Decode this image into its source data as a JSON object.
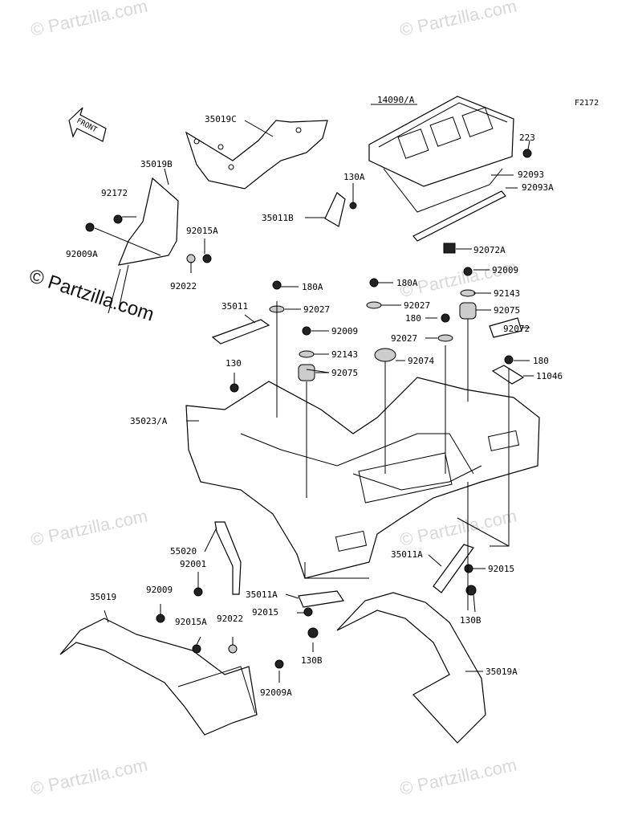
{
  "figure_code": "F2172",
  "front_indicator": "FRONT",
  "watermark": {
    "brand": "© Partzilla.com",
    "tile": "© Partzilla.com"
  },
  "colors": {
    "line": "#000000",
    "background": "#ffffff",
    "watermark": "#d8d8d8"
  },
  "callouts": [
    {
      "id": "c1",
      "label": "14090/A"
    },
    {
      "id": "c2",
      "label": "35019C"
    },
    {
      "id": "c3",
      "label": "223"
    },
    {
      "id": "c4",
      "label": "92093"
    },
    {
      "id": "c5",
      "label": "35019B"
    },
    {
      "id": "c6",
      "label": "130A"
    },
    {
      "id": "c7",
      "label": "92172"
    },
    {
      "id": "c8",
      "label": "35011B"
    },
    {
      "id": "c9",
      "label": "92093A"
    },
    {
      "id": "c10",
      "label": "92015A"
    },
    {
      "id": "c11",
      "label": "92009A"
    },
    {
      "id": "c12",
      "label": "92072A"
    },
    {
      "id": "c13",
      "label": "92022"
    },
    {
      "id": "c14",
      "label": "92009"
    },
    {
      "id": "c15",
      "label": "180A"
    },
    {
      "id": "c16",
      "label": "180A"
    },
    {
      "id": "c17",
      "label": "92143"
    },
    {
      "id": "c18",
      "label": "35011"
    },
    {
      "id": "c19",
      "label": "92027"
    },
    {
      "id": "c20",
      "label": "92027"
    },
    {
      "id": "c21",
      "label": "92075"
    },
    {
      "id": "c22",
      "label": "180"
    },
    {
      "id": "c23",
      "label": "92072"
    },
    {
      "id": "c24",
      "label": "92009"
    },
    {
      "id": "c25",
      "label": "92027"
    },
    {
      "id": "c26",
      "label": "92143"
    },
    {
      "id": "c27",
      "label": "130"
    },
    {
      "id": "c28",
      "label": "92074"
    },
    {
      "id": "c29",
      "label": "180"
    },
    {
      "id": "c30",
      "label": "92075"
    },
    {
      "id": "c31",
      "label": "11046"
    },
    {
      "id": "c32",
      "label": "35023/A"
    },
    {
      "id": "c33",
      "label": "55020"
    },
    {
      "id": "c34",
      "label": "35011A"
    },
    {
      "id": "c35",
      "label": "92001"
    },
    {
      "id": "c36",
      "label": "92015"
    },
    {
      "id": "c37",
      "label": "35019"
    },
    {
      "id": "c38",
      "label": "92009"
    },
    {
      "id": "c39",
      "label": "35011A"
    },
    {
      "id": "c40",
      "label": "92015"
    },
    {
      "id": "c41",
      "label": "130B"
    },
    {
      "id": "c42",
      "label": "92015A"
    },
    {
      "id": "c43",
      "label": "92022"
    },
    {
      "id": "c44",
      "label": "130B"
    },
    {
      "id": "c45",
      "label": "35019A"
    },
    {
      "id": "c46",
      "label": "92009A"
    }
  ]
}
